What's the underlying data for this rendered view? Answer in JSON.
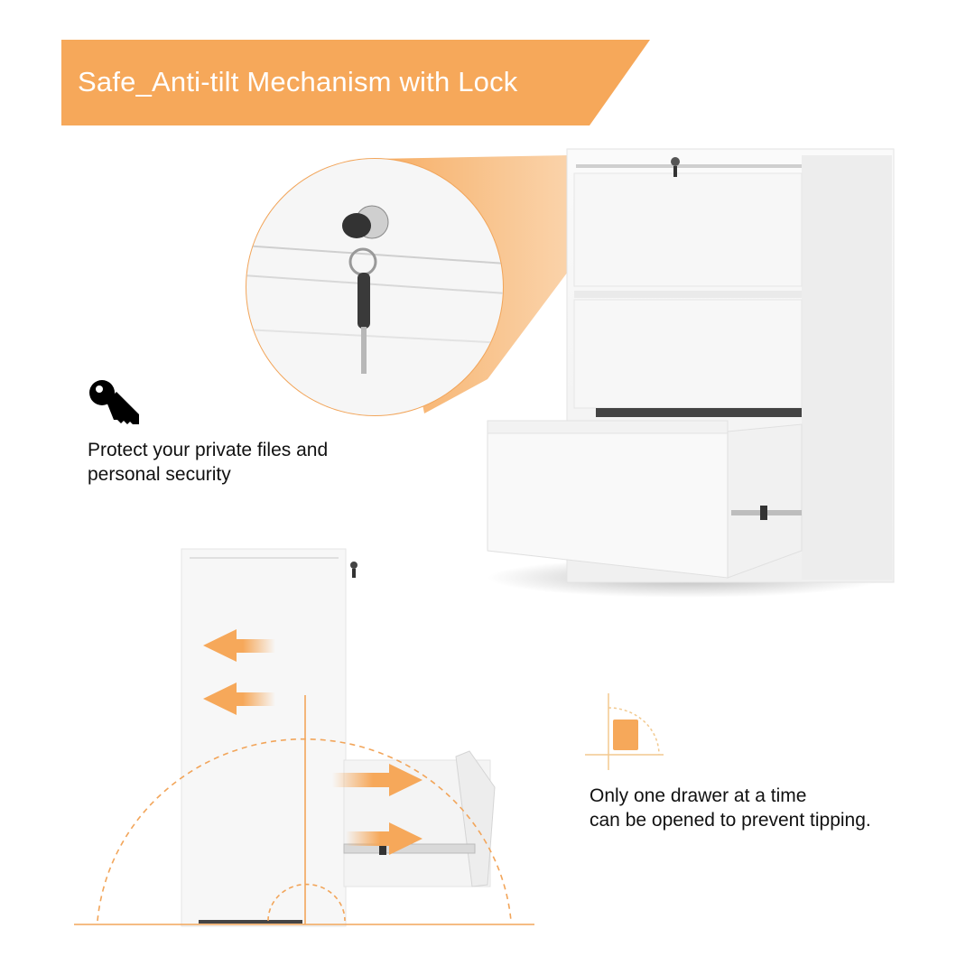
{
  "banner": {
    "title": "Safe_Anti-tilt Mechanism with Lock",
    "color": "#F6A85A"
  },
  "lock_feature": {
    "icon": "key-icon",
    "caption_line1": "Protect your private files and",
    "caption_line2": "personal security"
  },
  "tipping_feature": {
    "icon": "anti-tilt-diagram-icon",
    "caption_line1": "Only one drawer at a time",
    "caption_line2": "can be opened to prevent tipping."
  },
  "illustrations": {
    "zoom_callout": "lock-and-key-closeup",
    "main_product": "white-3-drawer-lateral-filing-cabinet-bottom-drawer-open",
    "side_diagram": "cabinet-side-view-with-drawer-open-and-balance-arcs"
  },
  "colors": {
    "accent": "#F6A85A",
    "accent_light": "#F8C48C",
    "line": "#F2A55A",
    "text": "#111111",
    "cabinet": "#F4F4F4"
  }
}
